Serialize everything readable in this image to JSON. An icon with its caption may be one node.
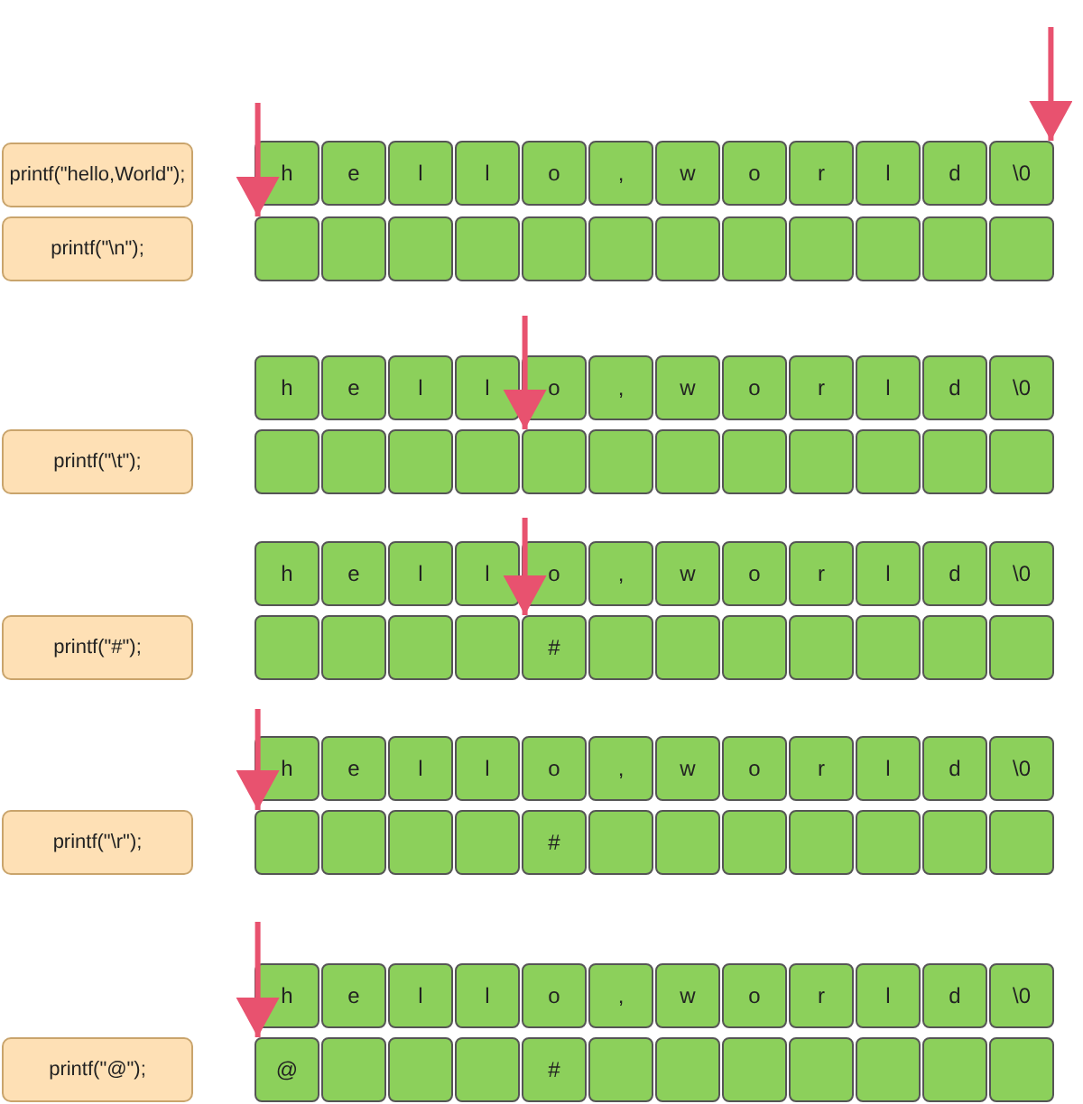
{
  "diagram": {
    "nodes": [
      {
        "text": [
          "printf(\"hello,World\");"
        ]
      },
      {
        "text": [
          "h"
        ]
      },
      {
        "text": [
          "e"
        ]
      },
      {
        "text": [
          "l"
        ]
      },
      {
        "text": [
          "l"
        ]
      },
      {
        "text": [
          "o"
        ]
      },
      {
        "text": [
          ","
        ]
      },
      {
        "text": [
          "w"
        ]
      },
      {
        "text": [
          "o"
        ]
      },
      {
        "text": [
          "r"
        ]
      },
      {
        "text": [
          "l"
        ]
      },
      {
        "text": [
          "d"
        ]
      },
      {
        "text": [
          "\\0"
        ]
      },
      {
        "text": [
          "printf(\"\\n\");"
        ]
      },
      {
        "text": [],
        "shape": "box"
      },
      {
        "text": [],
        "shape": "box"
      },
      {
        "text": [],
        "shape": "box"
      },
      {
        "text": [],
        "shape": "box"
      },
      {
        "text": [],
        "shape": "box"
      },
      {
        "text": [],
        "shape": "box"
      },
      {
        "text": [],
        "shape": "box"
      },
      {
        "text": [],
        "shape": "box"
      },
      {
        "text": [],
        "shape": "box"
      },
      {
        "text": [],
        "shape": "box"
      },
      {
        "text": [],
        "shape": "box"
      },
      {
        "text": [],
        "shape": "box"
      },
      {
        "text": [
          "h"
        ]
      },
      {
        "text": [
          "e"
        ]
      },
      {
        "text": [
          "l"
        ]
      },
      {
        "text": [
          "l"
        ]
      },
      {
        "text": [
          "o"
        ]
      },
      {
        "text": [
          ","
        ]
      },
      {
        "text": [
          "w"
        ]
      },
      {
        "text": [
          "o"
        ]
      },
      {
        "text": [
          "r"
        ]
      },
      {
        "text": [
          "l"
        ]
      },
      {
        "text": [
          "d"
        ]
      },
      {
        "text": [
          "\\0"
        ]
      },
      {
        "text": [
          "printf(\"\\t\");"
        ]
      },
      {
        "text": [],
        "shape": "box"
      },
      {
        "text": [],
        "shape": "box"
      },
      {
        "text": [],
        "shape": "box"
      },
      {
        "text": [],
        "shape": "box"
      },
      {
        "text": [],
        "shape": "box"
      },
      {
        "text": [],
        "shape": "box"
      },
      {
        "text": [],
        "shape": "box"
      },
      {
        "text": [],
        "shape": "box"
      },
      {
        "text": [],
        "shape": "box"
      },
      {
        "text": [],
        "shape": "box"
      },
      {
        "text": [],
        "shape": "box"
      },
      {
        "text": [],
        "shape": "box"
      },
      {
        "text": [
          "h"
        ]
      },
      {
        "text": [
          "e"
        ]
      },
      {
        "text": [
          "l"
        ]
      },
      {
        "text": [
          "l"
        ]
      },
      {
        "text": [
          "o"
        ]
      },
      {
        "text": [
          ","
        ]
      },
      {
        "text": [
          "w"
        ]
      },
      {
        "text": [
          "o"
        ]
      },
      {
        "text": [
          "r"
        ]
      },
      {
        "text": [
          "l"
        ]
      },
      {
        "text": [
          "d"
        ]
      },
      {
        "text": [
          "\\0"
        ]
      },
      {
        "text": [
          "printf(\"#\");"
        ]
      },
      {
        "text": [],
        "shape": "box"
      },
      {
        "text": [],
        "shape": "box"
      },
      {
        "text": [],
        "shape": "box"
      },
      {
        "text": [],
        "shape": "box"
      },
      {
        "text": [
          "#"
        ]
      },
      {
        "text": [],
        "shape": "box"
      },
      {
        "text": [],
        "shape": "box"
      },
      {
        "text": [],
        "shape": "box"
      },
      {
        "text": [],
        "shape": "box"
      },
      {
        "text": [],
        "shape": "box"
      },
      {
        "text": [],
        "shape": "box"
      },
      {
        "text": [],
        "shape": "box"
      },
      {
        "text": [
          "h"
        ]
      },
      {
        "text": [
          "e"
        ]
      },
      {
        "text": [
          "l"
        ]
      },
      {
        "text": [
          "l"
        ]
      },
      {
        "text": [
          "o"
        ]
      },
      {
        "text": [
          ","
        ]
      },
      {
        "text": [
          "w"
        ]
      },
      {
        "text": [
          "o"
        ]
      },
      {
        "text": [
          "r"
        ]
      },
      {
        "text": [
          "l"
        ]
      },
      {
        "text": [
          "d"
        ]
      },
      {
        "text": [
          "\\0"
        ]
      },
      {
        "text": [
          "printf(\"\\r\");"
        ]
      },
      {
        "text": [],
        "shape": "box"
      },
      {
        "text": [],
        "shape": "box"
      },
      {
        "text": [],
        "shape": "box"
      },
      {
        "text": [],
        "shape": "box"
      },
      {
        "text": [
          "#"
        ]
      },
      {
        "text": [],
        "shape": "box"
      },
      {
        "text": [],
        "shape": "box"
      },
      {
        "text": [],
        "shape": "box"
      },
      {
        "text": [],
        "shape": "box"
      },
      {
        "text": [],
        "shape": "box"
      },
      {
        "text": [],
        "shape": "box"
      },
      {
        "text": [],
        "shape": "box"
      },
      {
        "text": [
          "h"
        ]
      },
      {
        "text": [
          "e"
        ]
      },
      {
        "text": [
          "l"
        ]
      },
      {
        "text": [
          "l"
        ]
      },
      {
        "text": [
          "o"
        ]
      },
      {
        "text": [
          ","
        ]
      },
      {
        "text": [
          "w"
        ]
      },
      {
        "text": [
          "o"
        ]
      },
      {
        "text": [
          "r"
        ]
      },
      {
        "text": [
          "l"
        ]
      },
      {
        "text": [
          "d"
        ]
      },
      {
        "text": [
          "\\0"
        ]
      },
      {
        "text": [
          "printf(\"@\");"
        ]
      },
      {
        "text": [
          "@"
        ]
      },
      {
        "text": [],
        "shape": "box"
      },
      {
        "text": [],
        "shape": "box"
      },
      {
        "text": [],
        "shape": "box"
      },
      {
        "text": [
          "#"
        ]
      },
      {
        "text": [],
        "shape": "box"
      },
      {
        "text": [],
        "shape": "box"
      },
      {
        "text": [],
        "shape": "box"
      },
      {
        "text": [],
        "shape": "box"
      },
      {
        "text": [],
        "shape": "box"
      },
      {
        "text": [],
        "shape": "box"
      },
      {
        "text": [],
        "shape": "box"
      }
    ],
    "edges": [
      {
        "from": null,
        "to": 12,
        "arrow": "to"
      },
      {
        "from": null,
        "to": 14,
        "arrow": "to"
      },
      {
        "from": null,
        "to": 43,
        "arrow": "to"
      },
      {
        "from": null,
        "to": 68,
        "arrow": "to"
      },
      {
        "from": null,
        "to": 89,
        "arrow": "to"
      },
      {
        "from": null,
        "to": 114,
        "arrow": "to"
      }
    ]
  }
}
